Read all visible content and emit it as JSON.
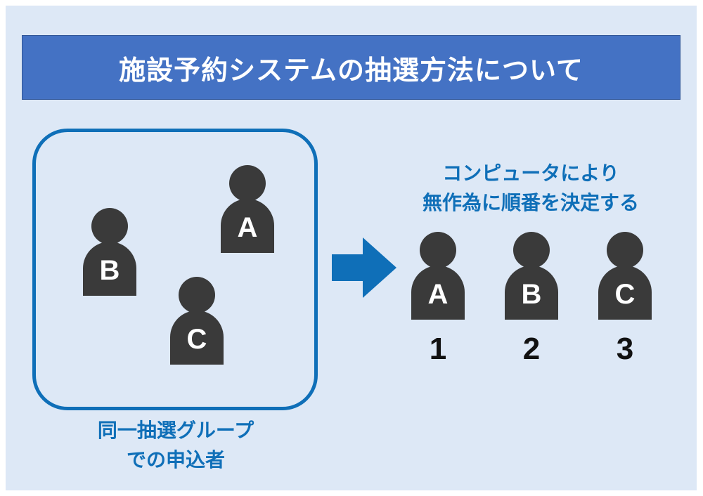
{
  "title": "施設予約システムの抽選方法について",
  "group": {
    "applicants": [
      "B",
      "A",
      "C"
    ],
    "caption_line1": "同一抽選グループ",
    "caption_line2": "での申込者"
  },
  "result": {
    "caption_line1": "コンピュータにより",
    "caption_line2": "無作為に順番を決定する",
    "order": [
      {
        "letter": "A",
        "rank": "1"
      },
      {
        "letter": "B",
        "rank": "2"
      },
      {
        "letter": "C",
        "rank": "3"
      }
    ]
  },
  "colors": {
    "title_bg": "#4472c4",
    "panel_bg": "#dde8f6",
    "accent": "#0f6fb8",
    "person": "#3a3a3a"
  },
  "icons": {
    "person": "person-silhouette-icon",
    "arrow": "arrow-right-icon"
  }
}
